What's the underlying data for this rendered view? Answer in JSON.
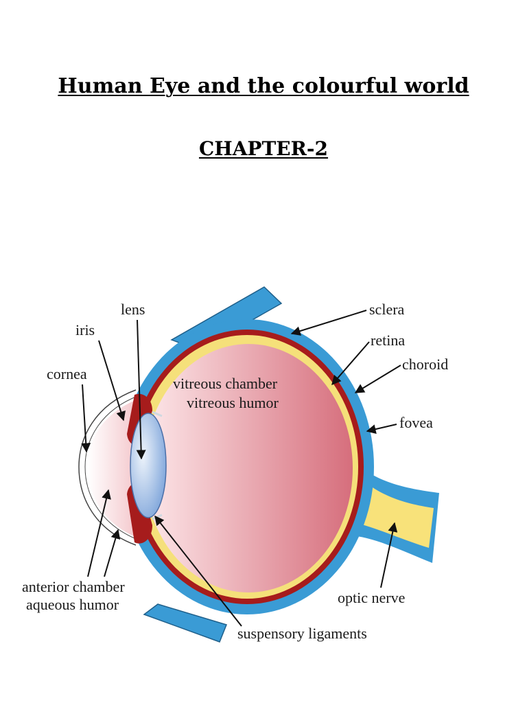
{
  "document": {
    "title": "Human Eye and the colourful world",
    "chapter": "CHAPTER-2"
  },
  "figure": {
    "labels": {
      "lens": "lens",
      "iris": "iris",
      "cornea": "cornea",
      "sclera": "sclera",
      "retina": "retina",
      "choroid": "choroid",
      "vitreous_chamber": "vitreous chamber",
      "vitreous_humor": "vitreous humor",
      "fovea": "fovea",
      "anterior_chamber": "anterior chamber",
      "aqueous_humor": "aqueous humor",
      "optic_nerve": "optic nerve",
      "suspensory_ligaments": "suspensory ligaments"
    },
    "colors": {
      "sclera": "#3a9bd5",
      "choroid": "#a61c1c",
      "retina": "#f5e07a",
      "vitreous_light": "#fde8ea",
      "vitreous_dark": "#d9707e",
      "lens": "#7fa9dd",
      "optic_nerve": "#f8e27a"
    }
  }
}
